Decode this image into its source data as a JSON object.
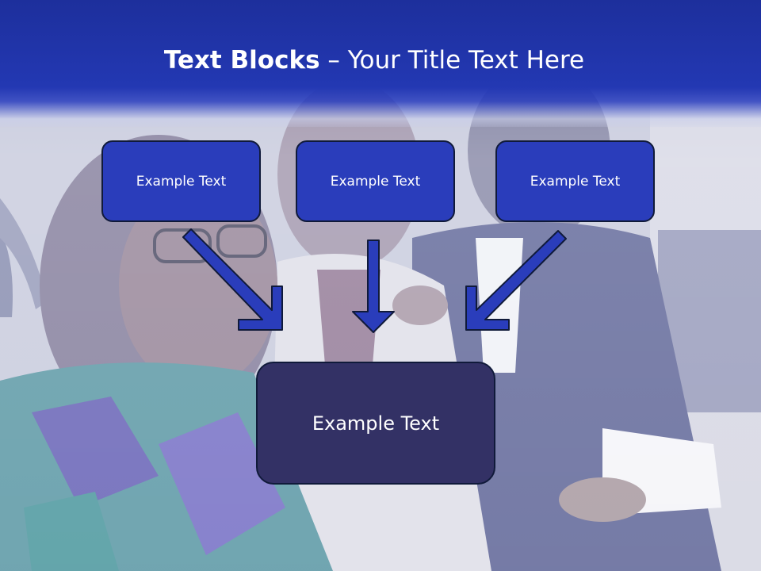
{
  "slide": {
    "title_bold": "Text Blocks",
    "title_dash": " – ",
    "title_rest": "Your Title Text Here",
    "top_boxes": [
      "Example Text",
      "Example Text",
      "Example Text"
    ],
    "bottom_box": "Example Text"
  },
  "colors": {
    "title_bar": "#2338b3",
    "top_box_fill": "#2a3dbb",
    "bottom_box_fill": "#333165",
    "arrow_fill": "#2a3dbb"
  }
}
